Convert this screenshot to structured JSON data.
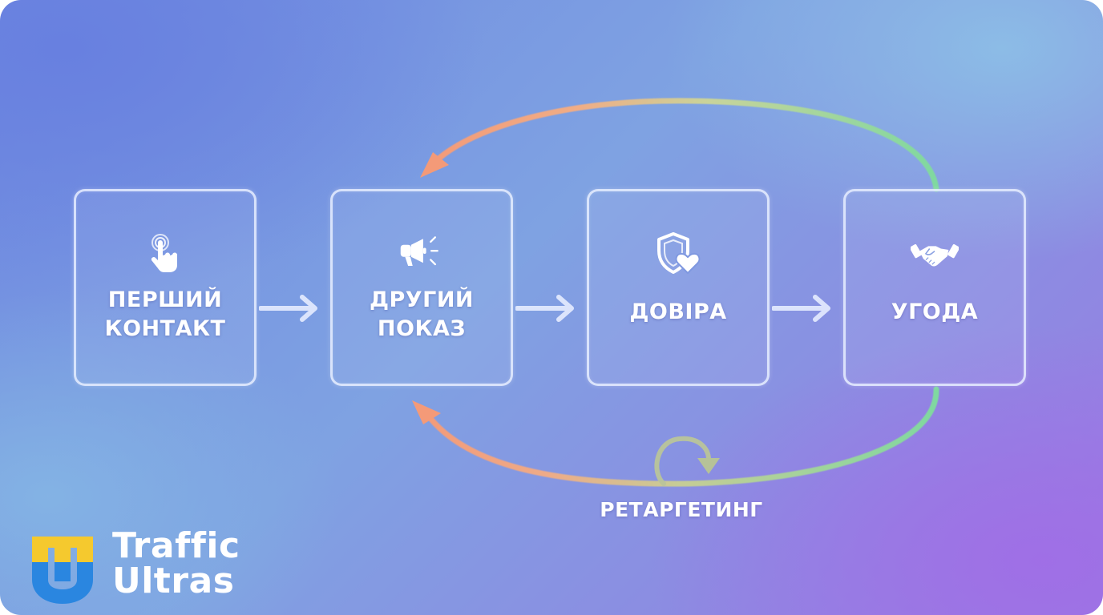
{
  "diagram": {
    "steps": [
      {
        "id": "first-contact",
        "label_lines": [
          "ПЕРШИЙ",
          "КОНТАКТ"
        ],
        "icon": "tap-finger-icon"
      },
      {
        "id": "second-impression",
        "label_lines": [
          "ДРУГИЙ",
          "ПОКАЗ"
        ],
        "icon": "megaphone-icon"
      },
      {
        "id": "trust",
        "label_lines": [
          "ДОВІРА"
        ],
        "icon": "shield-heart-icon"
      },
      {
        "id": "deal",
        "label_lines": [
          "УГОДА"
        ],
        "icon": "handshake-icon"
      }
    ],
    "connectors": [
      {
        "from": "first-contact",
        "to": "second-impression",
        "type": "arrow-right"
      },
      {
        "from": "second-impression",
        "to": "trust",
        "type": "arrow-right"
      },
      {
        "from": "trust",
        "to": "deal",
        "type": "arrow-right"
      },
      {
        "from": "deal",
        "to": "second-impression",
        "type": "curved-loop-top",
        "gradient": [
          "#7fd9a0",
          "#f49a78"
        ]
      },
      {
        "from": "deal",
        "to": "second-impression",
        "type": "curved-loop-bottom",
        "gradient": [
          "#7fd9a0",
          "#f49a78"
        ],
        "label": "РЕТАРГЕТИНГ"
      }
    ],
    "loop_label": "РЕТАРГЕТИНГ"
  },
  "brand": {
    "name_line1": "Traffic",
    "name_line2": "Ultras",
    "logo_colors": {
      "yellow": "#f5c92e",
      "blue": "#2a86e0"
    }
  },
  "colors": {
    "bg_top_left": "#6a84e0",
    "bg_top_right": "#8cb8e4",
    "bg_bottom_left": "#86b0e4",
    "bg_bottom_right": "#9a78e4",
    "box_border": "#e8eeff",
    "arrow_green": "#7fd9a0",
    "arrow_orange": "#f49a78"
  }
}
